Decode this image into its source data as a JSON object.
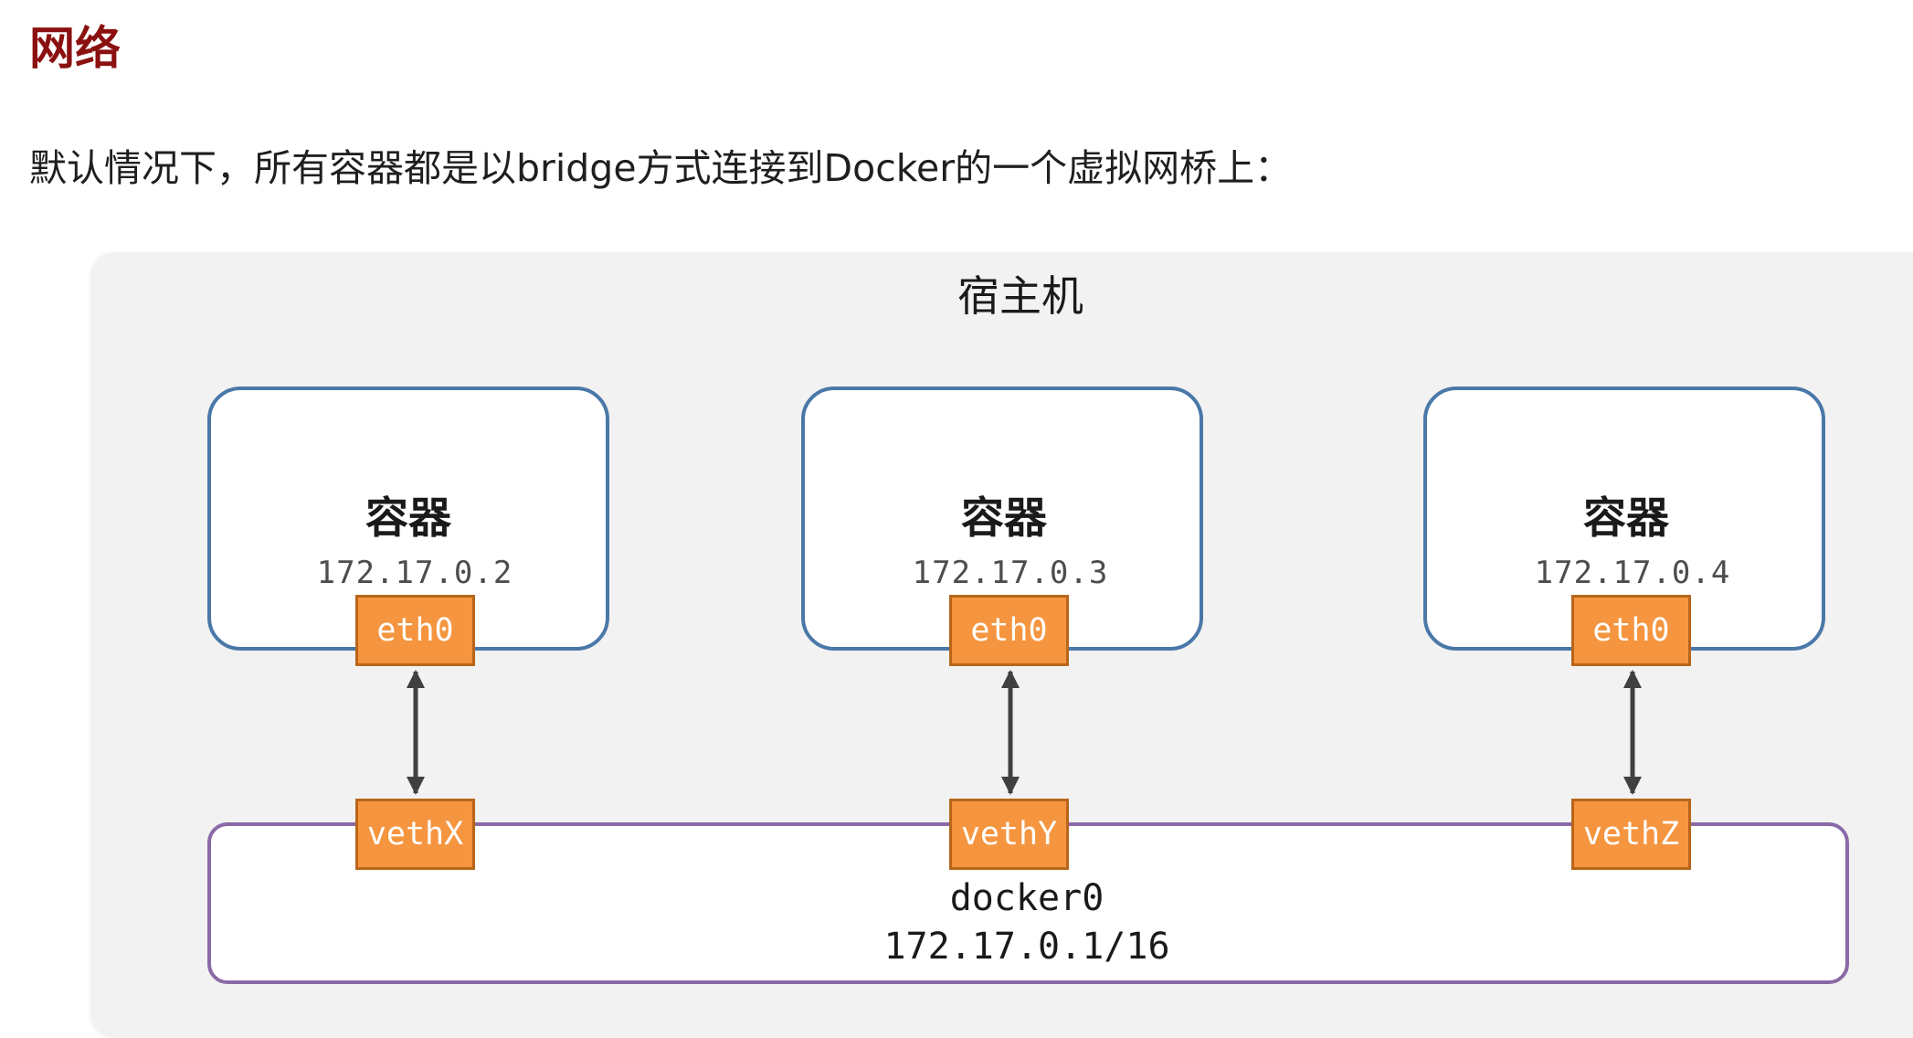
{
  "heading": "网络",
  "intro": "默认情况下，所有容器都是以bridge方式连接到Docker的一个虚拟网桥上：",
  "host": {
    "title": "宿主机"
  },
  "containers": [
    {
      "label": "容器",
      "ip": "172.17.0.2",
      "iface": "eth0",
      "veth": "vethX"
    },
    {
      "label": "容器",
      "ip": "172.17.0.3",
      "iface": "eth0",
      "veth": "vethY"
    },
    {
      "label": "容器",
      "ip": "172.17.0.4",
      "iface": "eth0",
      "veth": "vethZ"
    }
  ],
  "bridge": {
    "name": "docker0",
    "ip": "172.17.0.1/16"
  },
  "colors": {
    "heading": "#8b1010",
    "host_panel": "#f2f2f2",
    "container_border": "#4a78a8",
    "bridge_border": "#8a6aa6",
    "interface_fill": "#f5953f",
    "interface_border": "#b8651c",
    "arrow": "#404040"
  }
}
